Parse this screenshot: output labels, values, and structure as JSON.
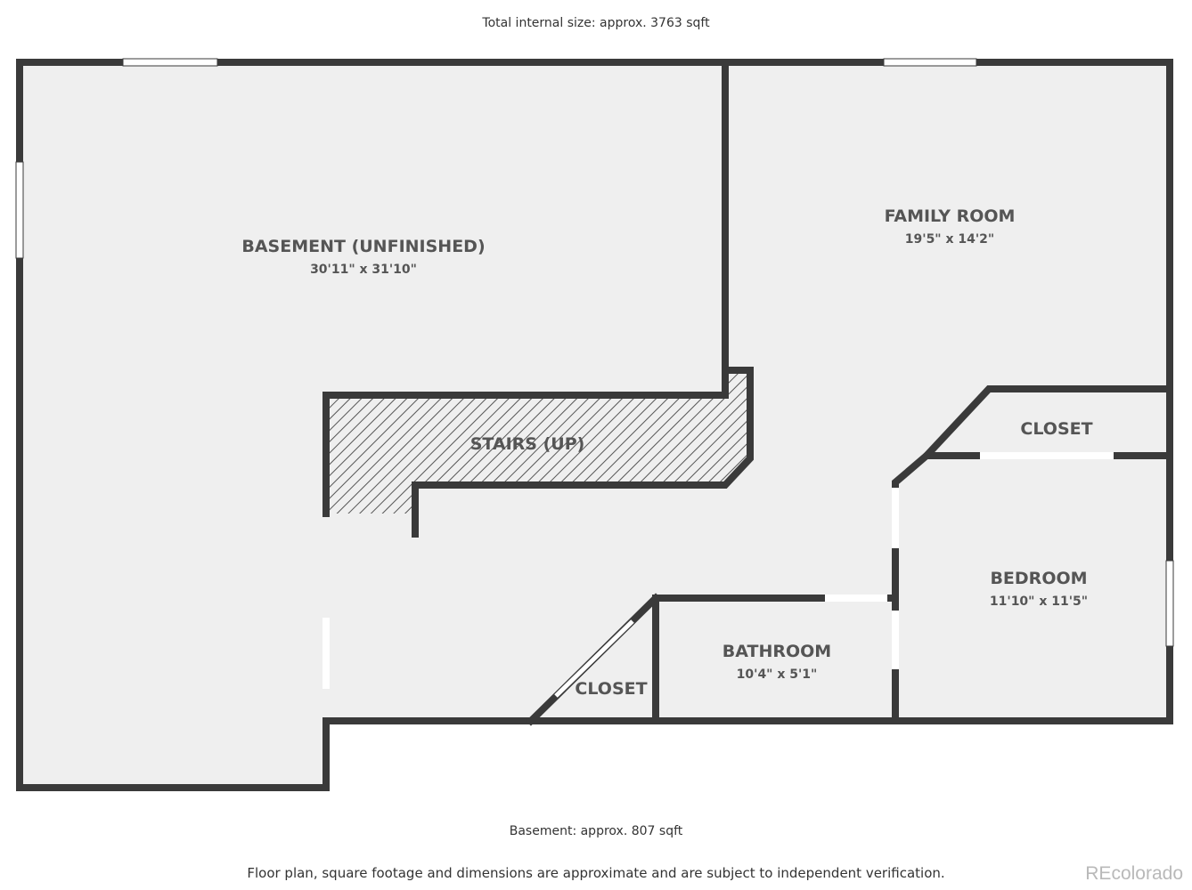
{
  "header": {
    "total_size": "Total internal size: approx. 3763 sqft"
  },
  "rooms": {
    "basement": {
      "name": "BASEMENT (UNFINISHED)",
      "dims": "30'11\" x 31'10\""
    },
    "family_room": {
      "name": "FAMILY ROOM",
      "dims": "19'5\" x 14'2\""
    },
    "closet_upper": {
      "name": "CLOSET"
    },
    "stairs": {
      "name": "STAIRS (UP)"
    },
    "bedroom": {
      "name": "BEDROOM",
      "dims": "11'10\" x 11'5\""
    },
    "bathroom": {
      "name": "BATHROOM",
      "dims": "10'4\" x 5'1\""
    },
    "closet_lower": {
      "name": "CLOSET"
    }
  },
  "footer": {
    "floor_area": "Basement: approx. 807 sqft",
    "disclaimer": "Floor plan, square footage and dimensions are approximate and are subject to independent verification.",
    "watermark": "REcolorado"
  },
  "colors": {
    "wall": "#3a3a3a",
    "floor": "#efefef",
    "text": "#555555",
    "background": "#ffffff"
  }
}
